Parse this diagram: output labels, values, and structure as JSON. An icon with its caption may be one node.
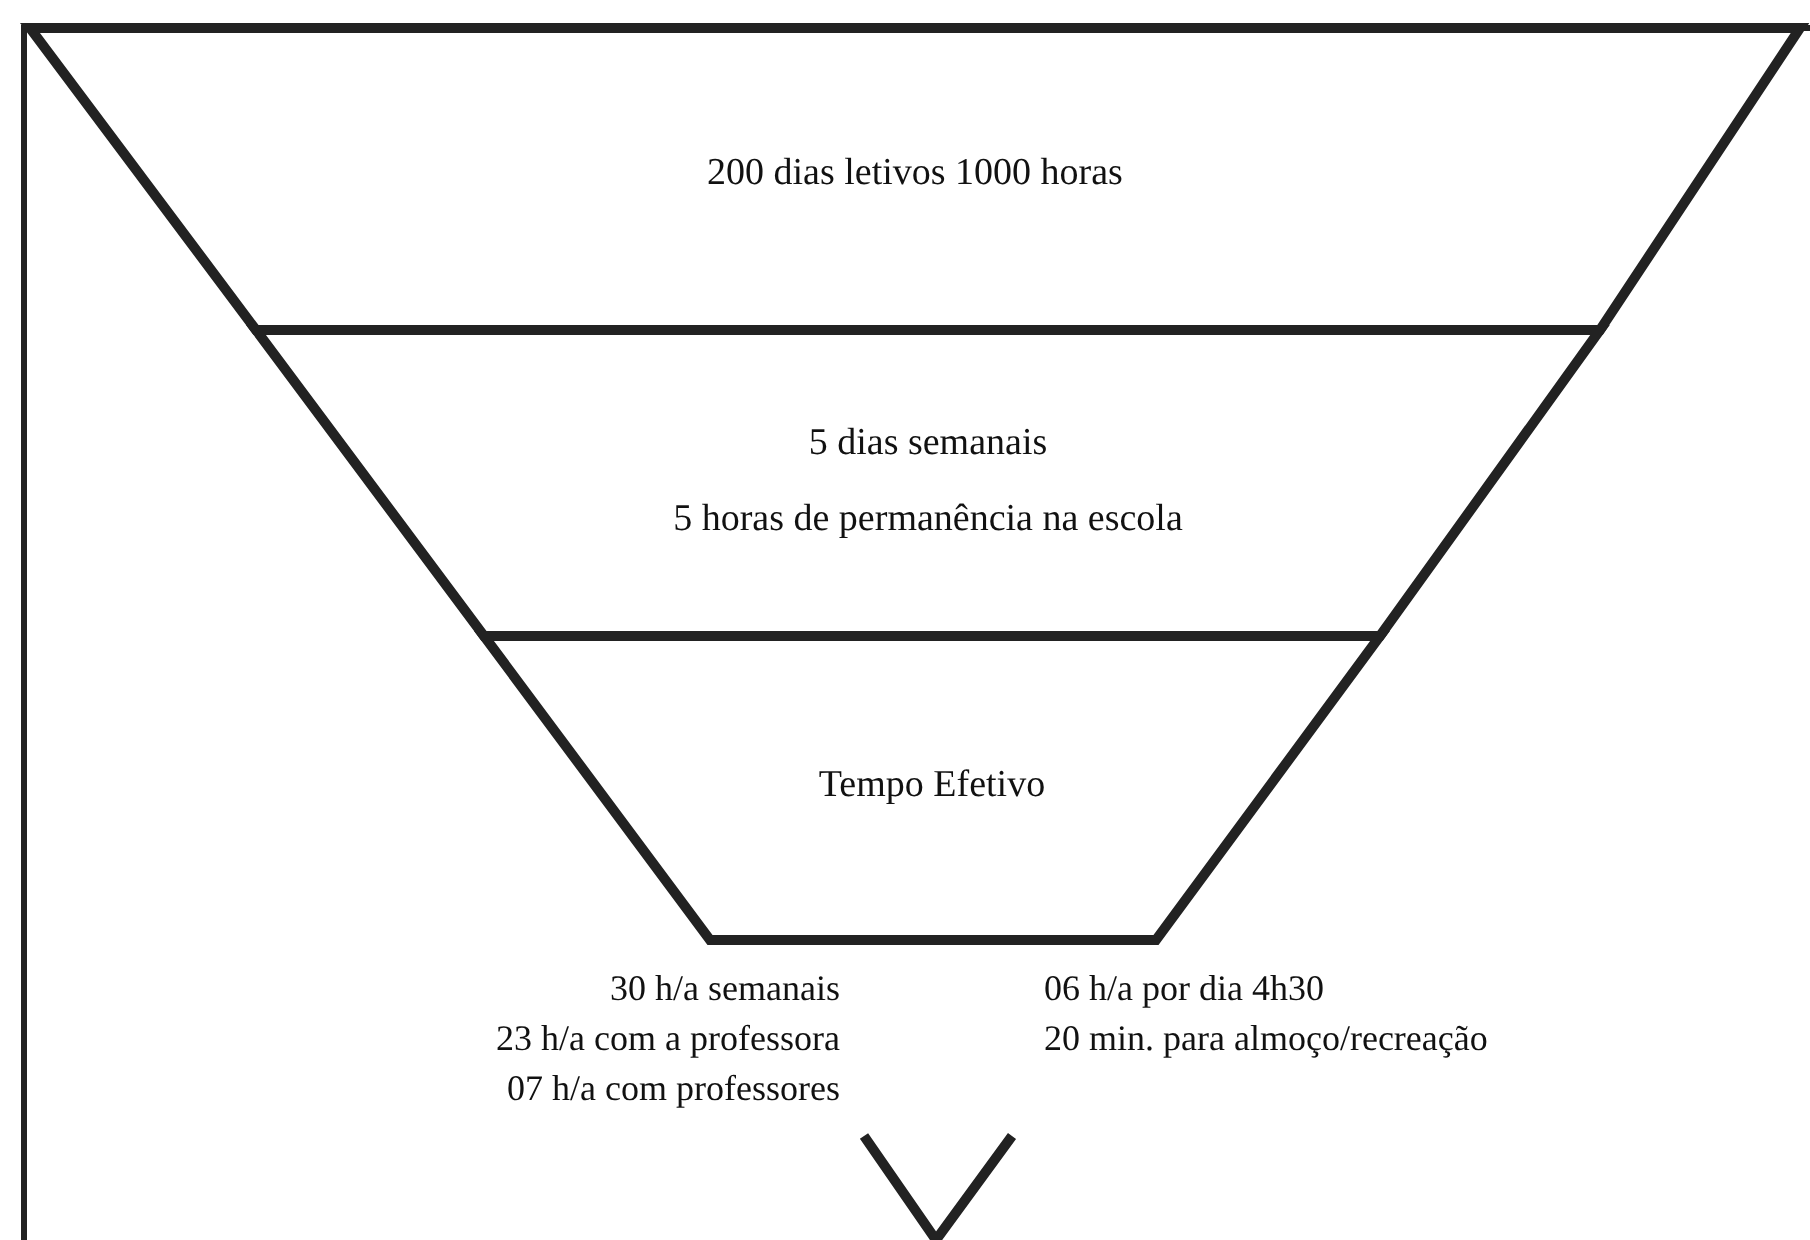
{
  "diagram": {
    "nodes": [
      {
        "text": [
          "200 dias letivos 1000 horas"
        ]
      },
      {
        "text": [
          "5 dias semanais",
          "5 horas de permanência na escola"
        ]
      },
      {
        "text": [
          "Tempo Efetivo"
        ]
      }
    ],
    "labels": [
      "30 h/a semanais",
      "23 h/a com a professora",
      "07 h/a com professores",
      "06 h/a por dia 4h30",
      "20 min. para almoço/recreação"
    ]
  }
}
